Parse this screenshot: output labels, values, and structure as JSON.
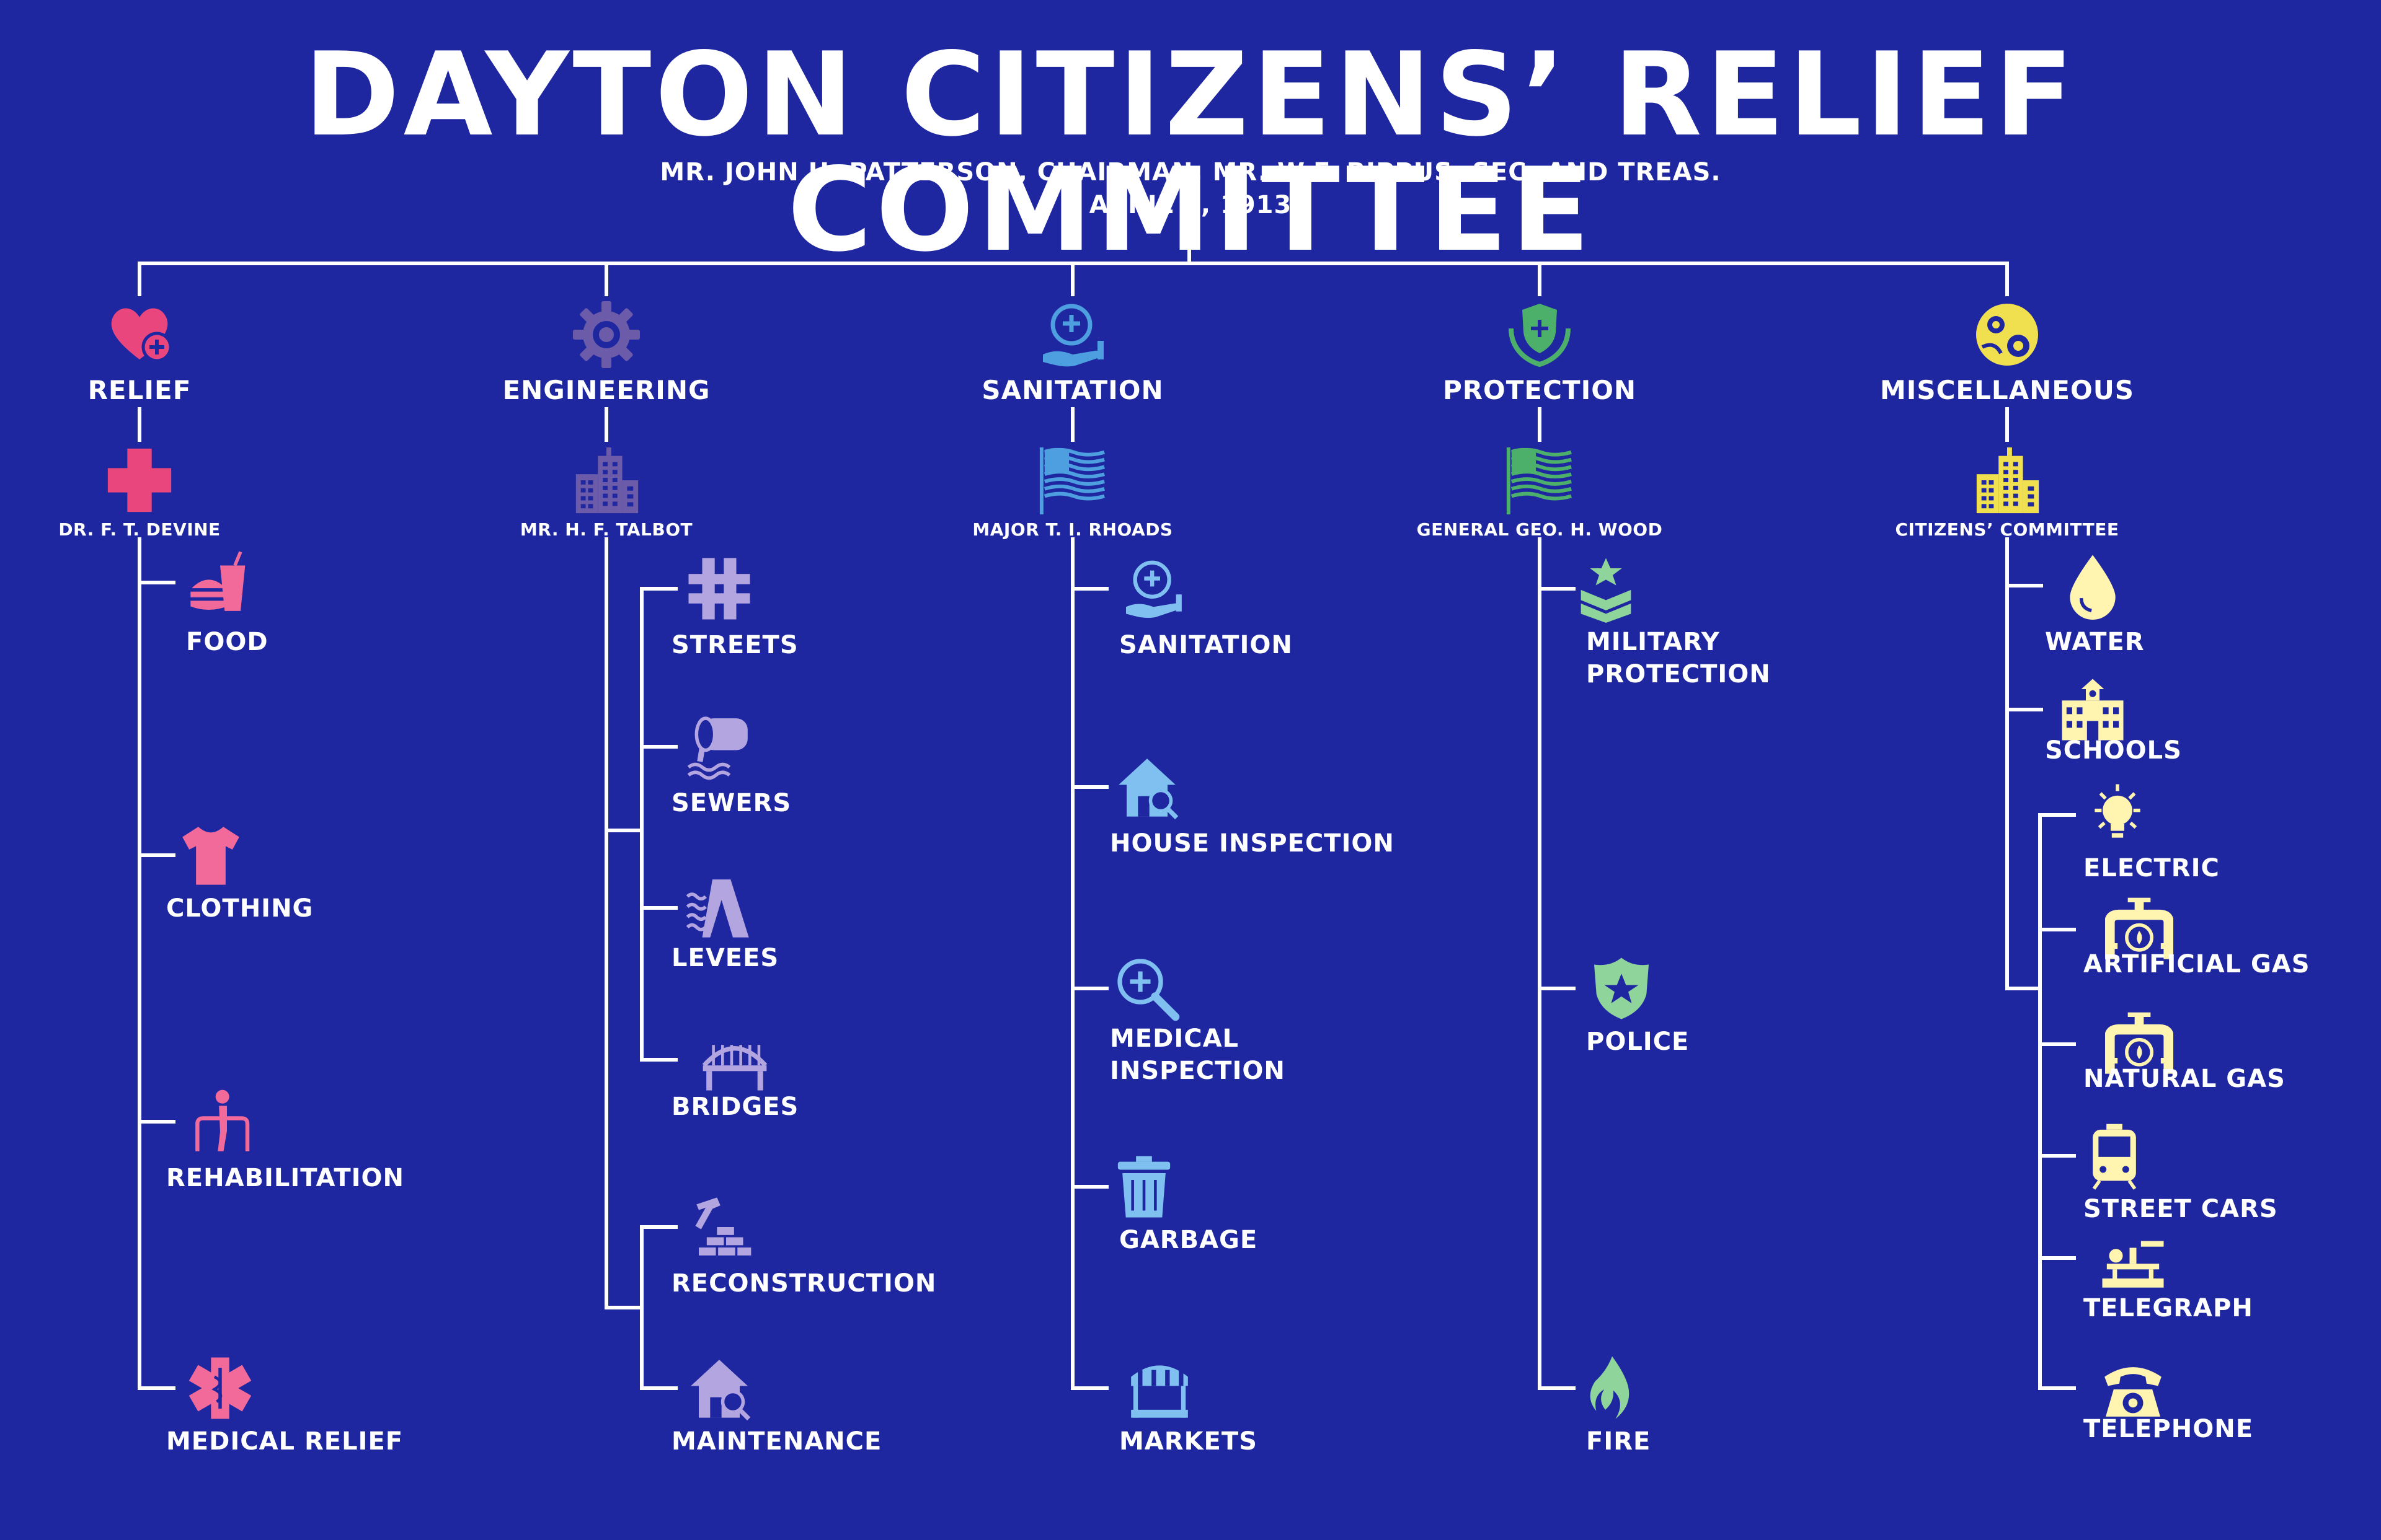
{
  "title": "DAYTON CITIZENS’ RELIEF COMMITTEE",
  "subtitle": "MR. JOHN H. PATTERSON, CHAIRMAN, MR. W.F. BIPPUS, SEC. AND TREAS.",
  "date": "APRIL 4, 1913",
  "colors": {
    "background": "#1f27a0",
    "line": "#ffffff",
    "relief": "#e8467c",
    "relief_light": "#f26a9a",
    "engineering": "#6b5ba8",
    "engineering_light": "#b3a6e0",
    "sanitation": "#4d9fe0",
    "sanitation_light": "#7fc0f0",
    "protection": "#4caf6a",
    "protection_light": "#8fd49a",
    "misc": "#f0e050",
    "misc_light": "#fff5b0"
  },
  "departments": [
    {
      "label": "RELIEF",
      "icon": "heart-plus-icon",
      "head": "DR. F. T. DEVINE",
      "head_icon": "medical-cross-icon",
      "items": [
        {
          "label": "FOOD",
          "icon": "fast-food-icon"
        },
        {
          "label": "CLOTHING",
          "icon": "t-shirt-icon"
        },
        {
          "label": "REHABILITATION",
          "icon": "walker-icon"
        },
        {
          "label": "MEDICAL RELIEF",
          "icon": "star-of-life-icon"
        }
      ]
    },
    {
      "label": "ENGINEERING",
      "icon": "gear-icon",
      "head": "MR. H. F. TALBOT",
      "head_icon": "office-buildings-icon",
      "items": [
        {
          "label": "STREETS",
          "icon": "road-intersection-icon"
        },
        {
          "label": "SEWERS",
          "icon": "drain-pipe-icon"
        },
        {
          "label": "LEVEES",
          "icon": "levee-wall-icon"
        },
        {
          "label": "BRIDGES",
          "icon": "bridge-icon"
        },
        {
          "label": "RECONSTRUCTION",
          "icon": "hammer-bricks-icon"
        },
        {
          "label": "MAINTENANCE",
          "icon": "house-search-icon"
        }
      ]
    },
    {
      "label": "SANITATION",
      "icon": "hand-sanitizer-icon",
      "head": "MAJOR T. I. RHOADS",
      "head_icon": "us-flag-icon",
      "items": [
        {
          "label": "SANITATION",
          "icon": "hand-sanitizer-icon"
        },
        {
          "label": "HOUSE INSPECTION",
          "icon": "house-search-icon"
        },
        {
          "label": "MEDICAL INSPECTION",
          "icon": "medical-magnifier-icon"
        },
        {
          "label": "GARBAGE",
          "icon": "trash-can-icon"
        },
        {
          "label": "MARKETS",
          "icon": "market-stall-icon"
        }
      ]
    },
    {
      "label": "PROTECTION",
      "icon": "shield-hands-icon",
      "head": "GENERAL GEO. H. WOOD",
      "head_icon": "us-flag-icon",
      "items": [
        {
          "label": "MILITARY PROTECTION",
          "icon": "military-rank-icon"
        },
        {
          "label": "POLICE",
          "icon": "police-badge-icon"
        },
        {
          "label": "FIRE",
          "icon": "flame-icon"
        }
      ]
    },
    {
      "label": "MISCELLANEOUS",
      "icon": "gears-globe-icon",
      "head": "CITIZENS’ COMMITTEE",
      "head_icon": "office-buildings-icon",
      "items": [
        {
          "label": "WATER",
          "icon": "water-drop-icon"
        },
        {
          "label": "SCHOOLS",
          "icon": "school-building-icon"
        },
        {
          "label": "ELECTRIC",
          "icon": "light-bulb-icon"
        },
        {
          "label": "ARTIFICIAL GAS",
          "icon": "gas-pipe-icon"
        },
        {
          "label": "NATURAL GAS",
          "icon": "gas-pipe-icon"
        },
        {
          "label": "STREET CARS",
          "icon": "tram-icon"
        },
        {
          "label": "TELEGRAPH",
          "icon": "telegraph-key-icon"
        },
        {
          "label": "TELEPHONE",
          "icon": "telephone-icon"
        }
      ]
    }
  ]
}
